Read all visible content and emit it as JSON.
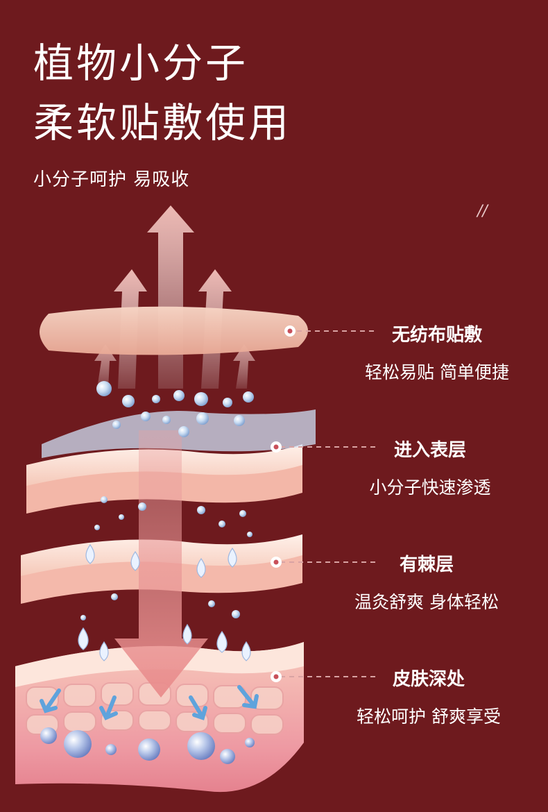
{
  "headline": {
    "line1": "植物小分子",
    "line2": "柔软贴敷使用",
    "subtitle": "小分子呵护  易吸收",
    "decoration": "//"
  },
  "layers": [
    {
      "title": "无纺布贴敷",
      "desc": "轻松易贴  简单便捷"
    },
    {
      "title": "进入表层",
      "desc": "小分子快速渗透"
    },
    {
      "title": "有棘层",
      "desc": "温灸舒爽  身体轻松"
    },
    {
      "title": "皮肤深处",
      "desc": "轻松呵护  舒爽享受"
    }
  ],
  "colors": {
    "background": "#6e1a1e",
    "patch": "#f3c4b4",
    "skin": "#f6d2c4",
    "deep_skin": "#e98a96",
    "arrow": "#e9a3a3"
  }
}
